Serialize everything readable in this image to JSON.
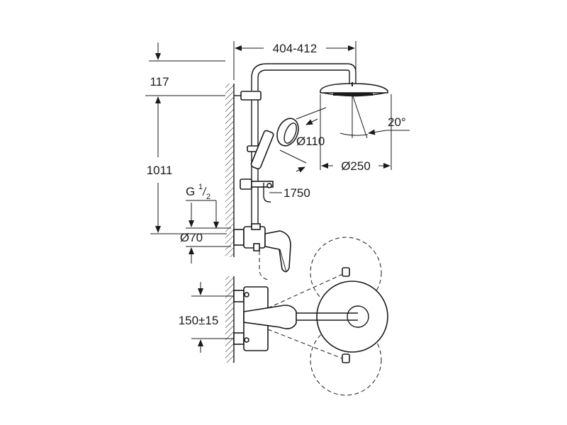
{
  "dimensions": {
    "width_range": "404-412",
    "top_offset": "117",
    "height_total": "1011",
    "thread_main": "G",
    "thread_num": "1",
    "thread_den": "2",
    "connection_dia": "Ø70",
    "hose_length": "1750",
    "hand_shower_dia": "Ø110",
    "head_shower_dia": "Ø250",
    "tilt_angle": "20°",
    "centre_distance": "150±15"
  },
  "colors": {
    "line": "#1a1a1a",
    "background": "#ffffff"
  }
}
